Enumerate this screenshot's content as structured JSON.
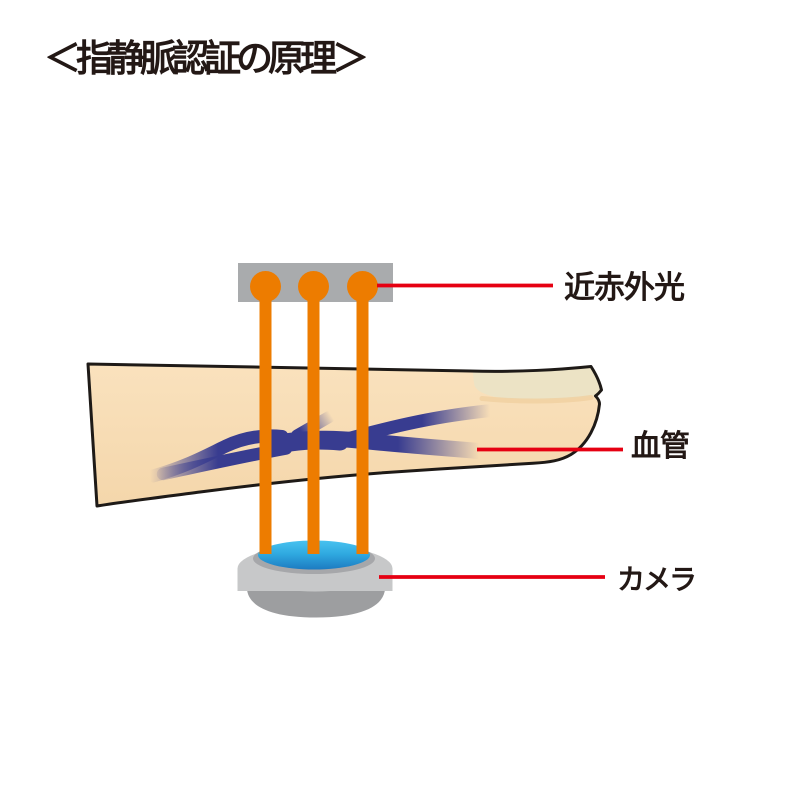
{
  "title": "＜指静脈認証の原理＞",
  "labels": {
    "near_infrared": "近赤外光",
    "blood_vessel": "血管",
    "camera": "カメラ"
  },
  "colors": {
    "background": "#FFFFFF",
    "text": "#231815",
    "accent_red": "#E60012",
    "orange": "#ED7C00",
    "led_bar_gray": "#A9ABAD",
    "skin_top": "#FAE2BE",
    "skin_bottom": "#F4D6AA",
    "outline": "#1E1A17",
    "vein": "#383C90",
    "nail": "#ECE3C5",
    "nail_shadow": "#F0CFA0",
    "camera_body": "#C7C8C9",
    "camera_shadow": "#A6A7AA",
    "camera_bowl": "#9D9EA0",
    "lens_light": "#49C3F0",
    "lens_mid": "#2FA9E0",
    "lens_dark": "#1B76BE"
  }
}
